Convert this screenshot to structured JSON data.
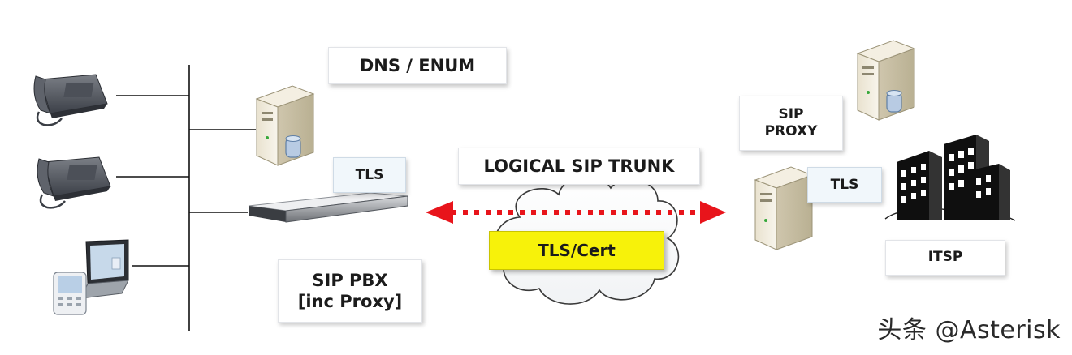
{
  "labels": {
    "dns_enum": "DNS / ENUM",
    "logical_sip_trunk": "LOGICAL SIP TRUNK",
    "tls_left": "TLS",
    "tls_right": "TLS",
    "tls_cert": "TLS/Cert",
    "sip_pbx": "SIP PBX\n[inc Proxy]",
    "sip_proxy": "SIP\nPROXY",
    "itsp": "ITSP"
  },
  "watermark": "头条 @Asterisk",
  "colors": {
    "arrow": "#e8141b",
    "cert_fill": "#f7f20a",
    "line": "#111111",
    "server": "#efe9d9"
  },
  "icons": [
    "desk-phone-icon",
    "laptop-icon",
    "pda-icon",
    "server-tower-icon",
    "rack-server-icon",
    "cloud-icon",
    "office-building-icon"
  ]
}
